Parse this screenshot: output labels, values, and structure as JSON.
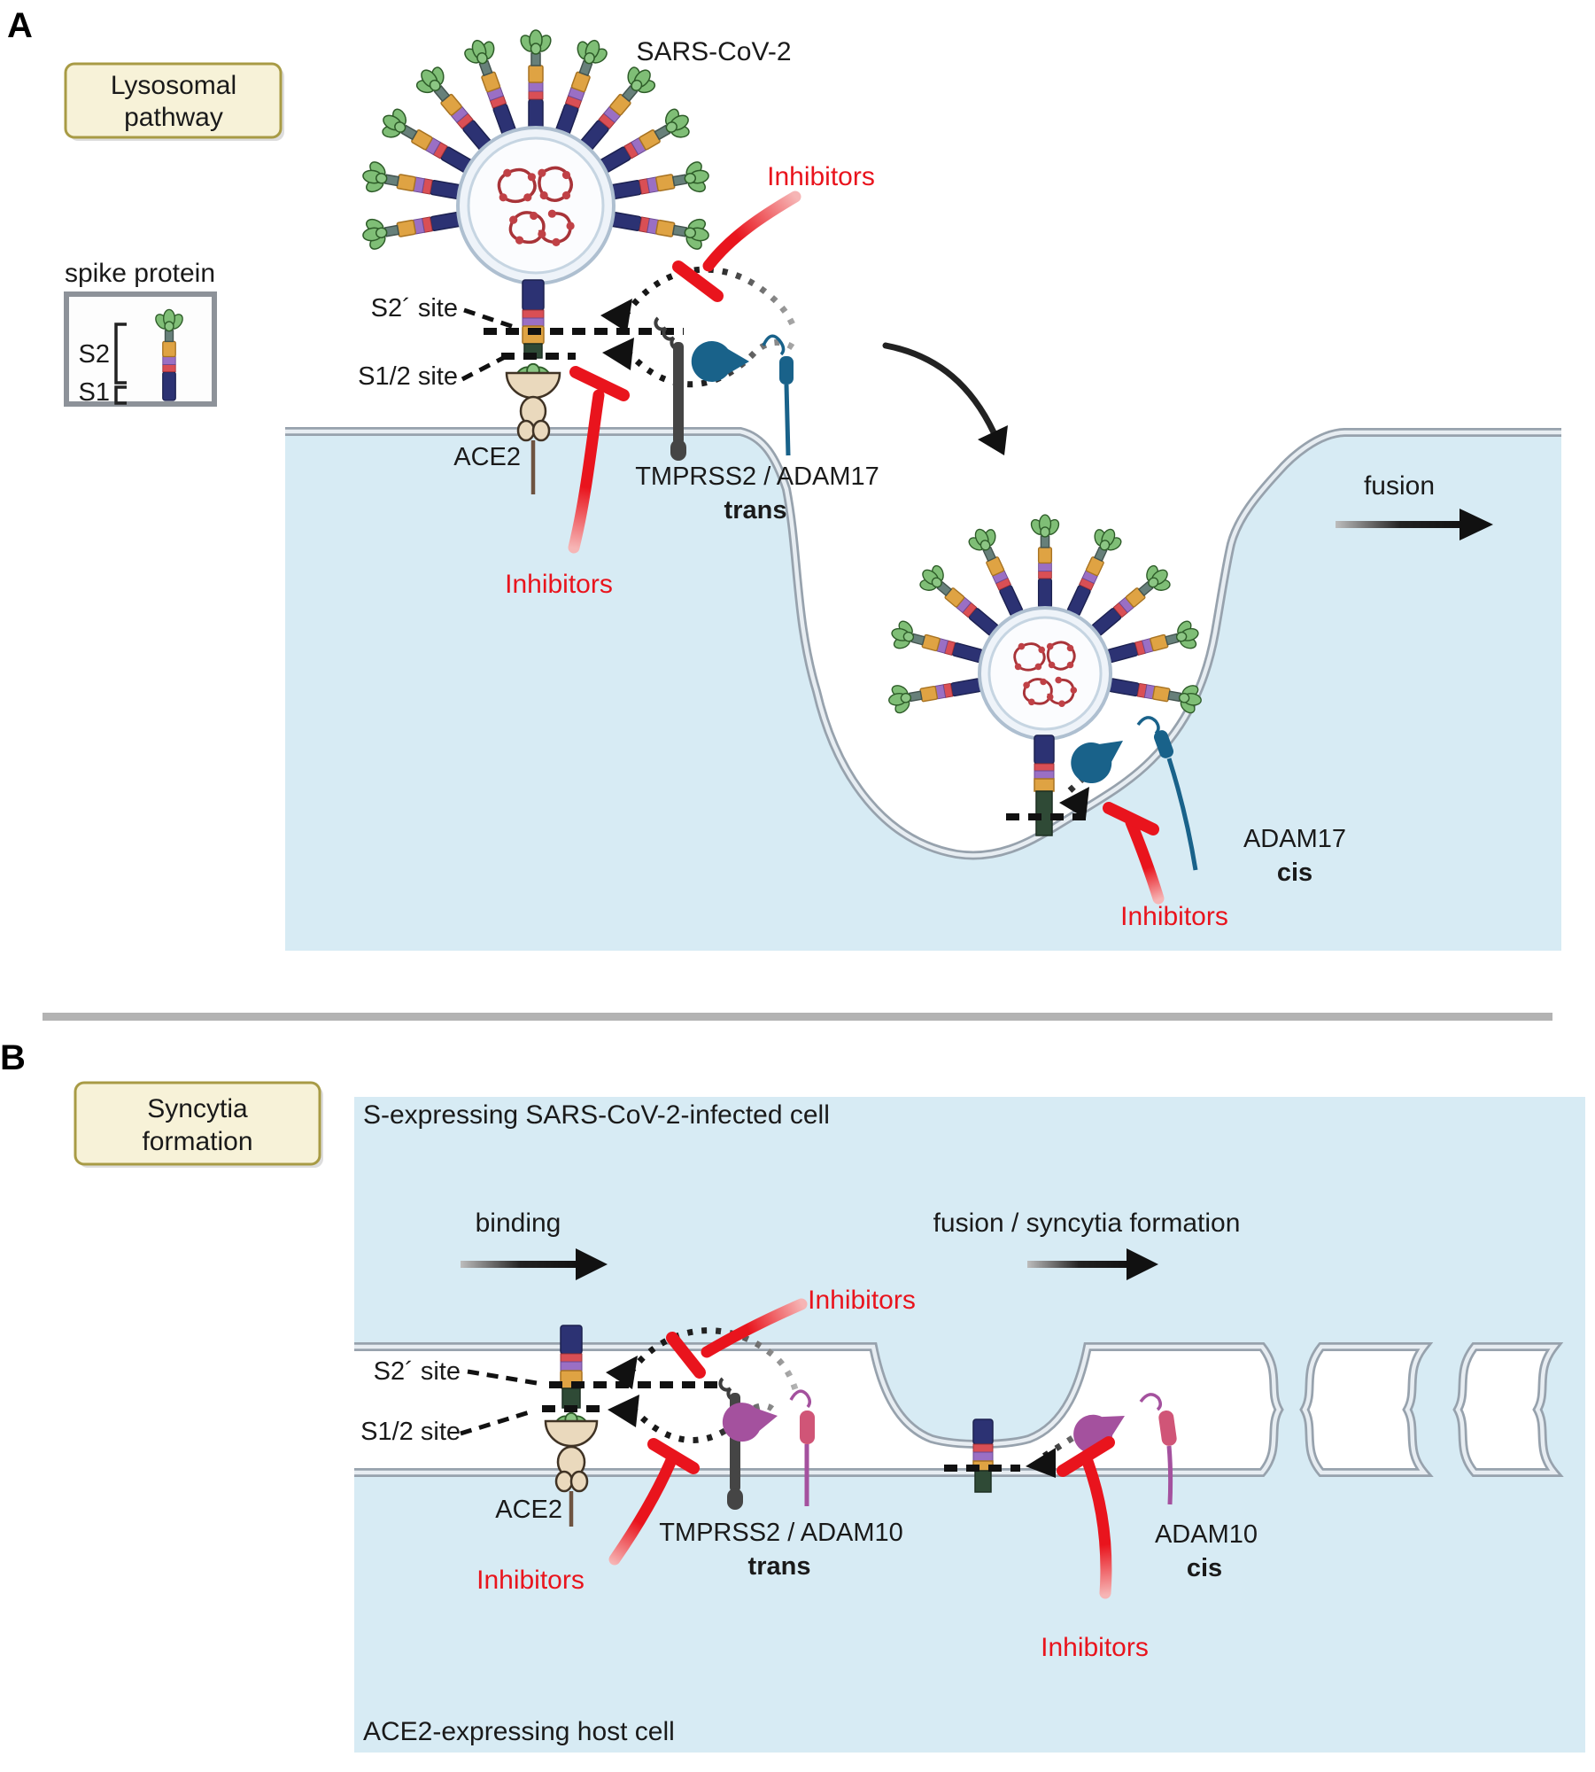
{
  "panel_a": {
    "label": "A",
    "pathway_box": [
      "Lysosomal",
      "pathway"
    ],
    "virus_title": "SARS-CoV-2",
    "legend": {
      "title": "spike protein",
      "s2": "S2",
      "s1": "S1"
    },
    "s2_site": "S2´ site",
    "s12_site": "S1/2 site",
    "ace2": "ACE2",
    "inhibitors": "Inhibitors",
    "protease_trans": "TMPRSS2 / ADAM17",
    "trans": "trans",
    "fusion": "fusion",
    "protease_cis": "ADAM17",
    "cis": "cis"
  },
  "panel_b": {
    "label": "B",
    "pathway_box": [
      "Syncytia",
      "formation"
    ],
    "infected_cell": "S-expressing SARS-CoV-2-infected cell",
    "host_cell": "ACE2-expressing host cell",
    "binding": "binding",
    "fusion_syncytia": "fusion / syncytia formation",
    "inhibitors": "Inhibitors",
    "s2_site": "S2´ site",
    "s12_site": "S1/2 site",
    "ace2": "ACE2",
    "protease_trans": "TMPRSS2 / ADAM10",
    "trans": "trans",
    "protease_cis": "ADAM10",
    "cis": "cis"
  },
  "colors": {
    "cell_fill": "#d7ebf4",
    "membrane": "#97a2ad",
    "inhibitor_red": "#e9141d",
    "adam17_teal": "#19628a",
    "adam10_purple": "#a4519e",
    "spike_navy": "#2c3273",
    "spike_orange": "#dfa343",
    "spike_green_head": "#7fbe76",
    "ace2_beige": "#ead9bd",
    "pathway_box_fill": "#f7f2d8"
  }
}
